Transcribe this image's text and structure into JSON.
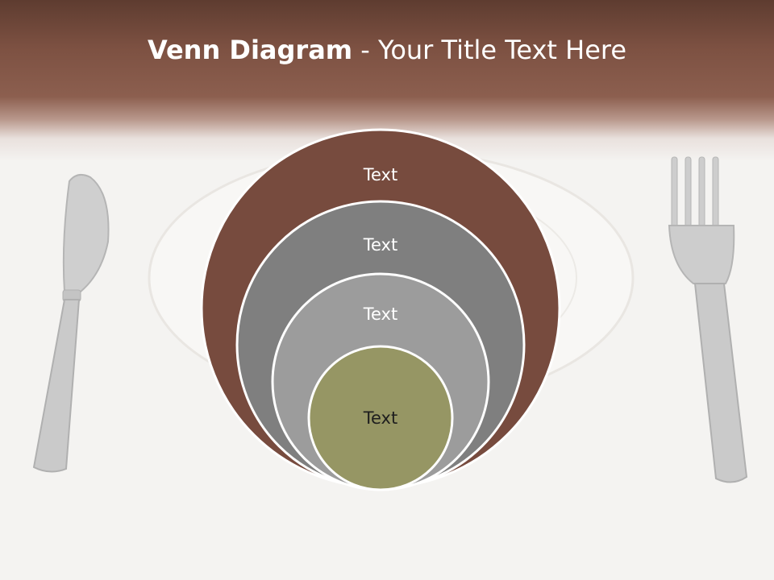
{
  "slide": {
    "title_bold": "Venn Diagram",
    "title_rest": " - Your Title Text Here"
  },
  "diagram": {
    "rings": [
      {
        "label": "Text",
        "color": "#774b3e"
      },
      {
        "label": "Text",
        "color": "#7f7f7f"
      },
      {
        "label": "Text",
        "color": "#9c9c9c"
      },
      {
        "label": "Text",
        "color": "#969664"
      }
    ]
  },
  "background": {
    "header_color": "#7d5142",
    "table_color": "#f4f3f1",
    "decor": [
      "knife",
      "plate",
      "fork"
    ]
  }
}
